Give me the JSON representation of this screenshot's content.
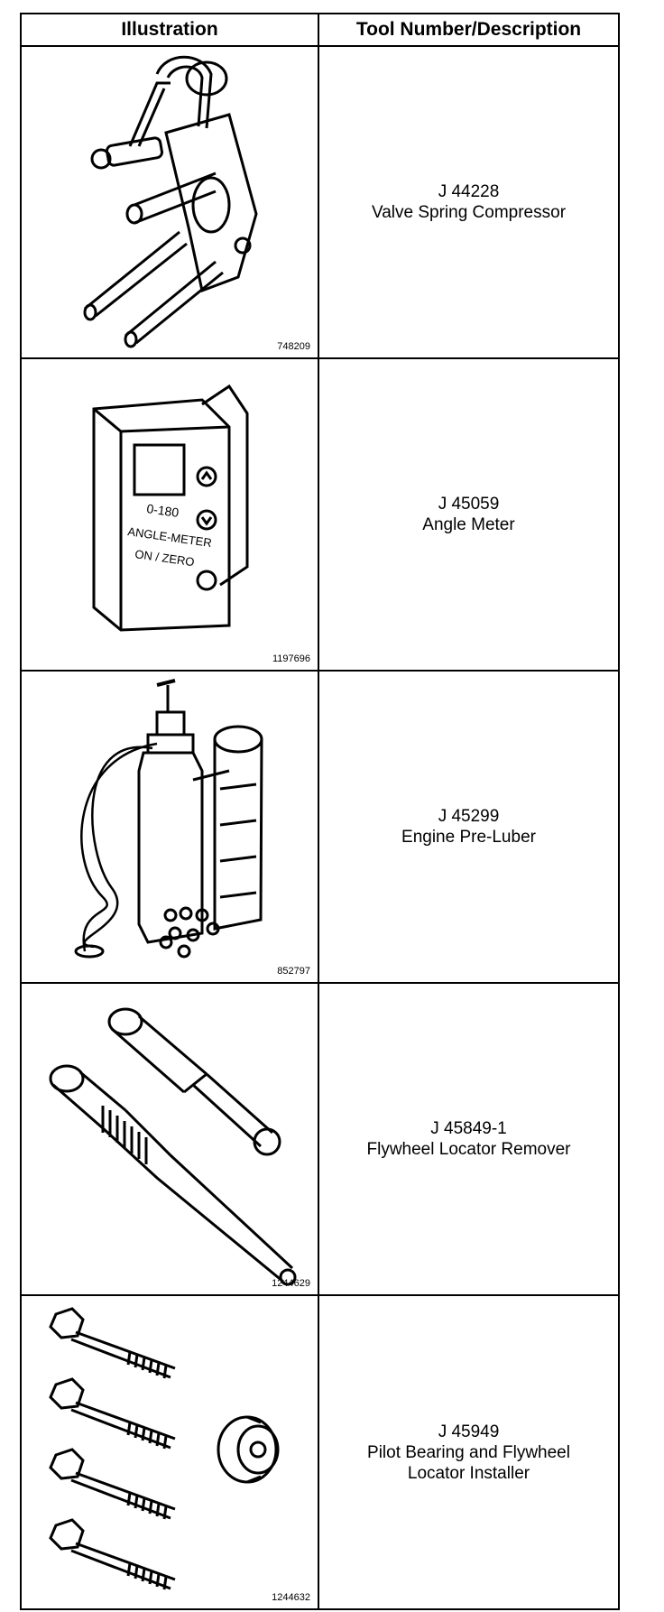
{
  "headers": {
    "illustration": "Illustration",
    "tool": "Tool Number/Description"
  },
  "rows": [
    {
      "fig": "748209",
      "number": "J 44228",
      "desc": [
        "Valve Spring Compressor"
      ],
      "icon": "valve-spring-compressor-icon"
    },
    {
      "fig": "1197696",
      "number": "J 45059",
      "desc": [
        "Angle Meter"
      ],
      "icon": "angle-meter-icon",
      "meter_text": [
        "0-180",
        "ANGLE-METER",
        "ON / ZERO"
      ]
    },
    {
      "fig": "852797",
      "number": "J 45299",
      "desc": [
        "Engine Pre-Luber"
      ],
      "icon": "engine-pre-luber-icon"
    },
    {
      "fig": "1244629",
      "number": "J 45849-1",
      "desc": [
        "Flywheel Locator Remover"
      ],
      "icon": "flywheel-locator-remover-icon"
    },
    {
      "fig": "1244632",
      "number": "J 45949",
      "desc": [
        "Pilot Bearing and Flywheel",
        "Locator Installer"
      ],
      "icon": "pilot-bearing-installer-icon"
    }
  ]
}
